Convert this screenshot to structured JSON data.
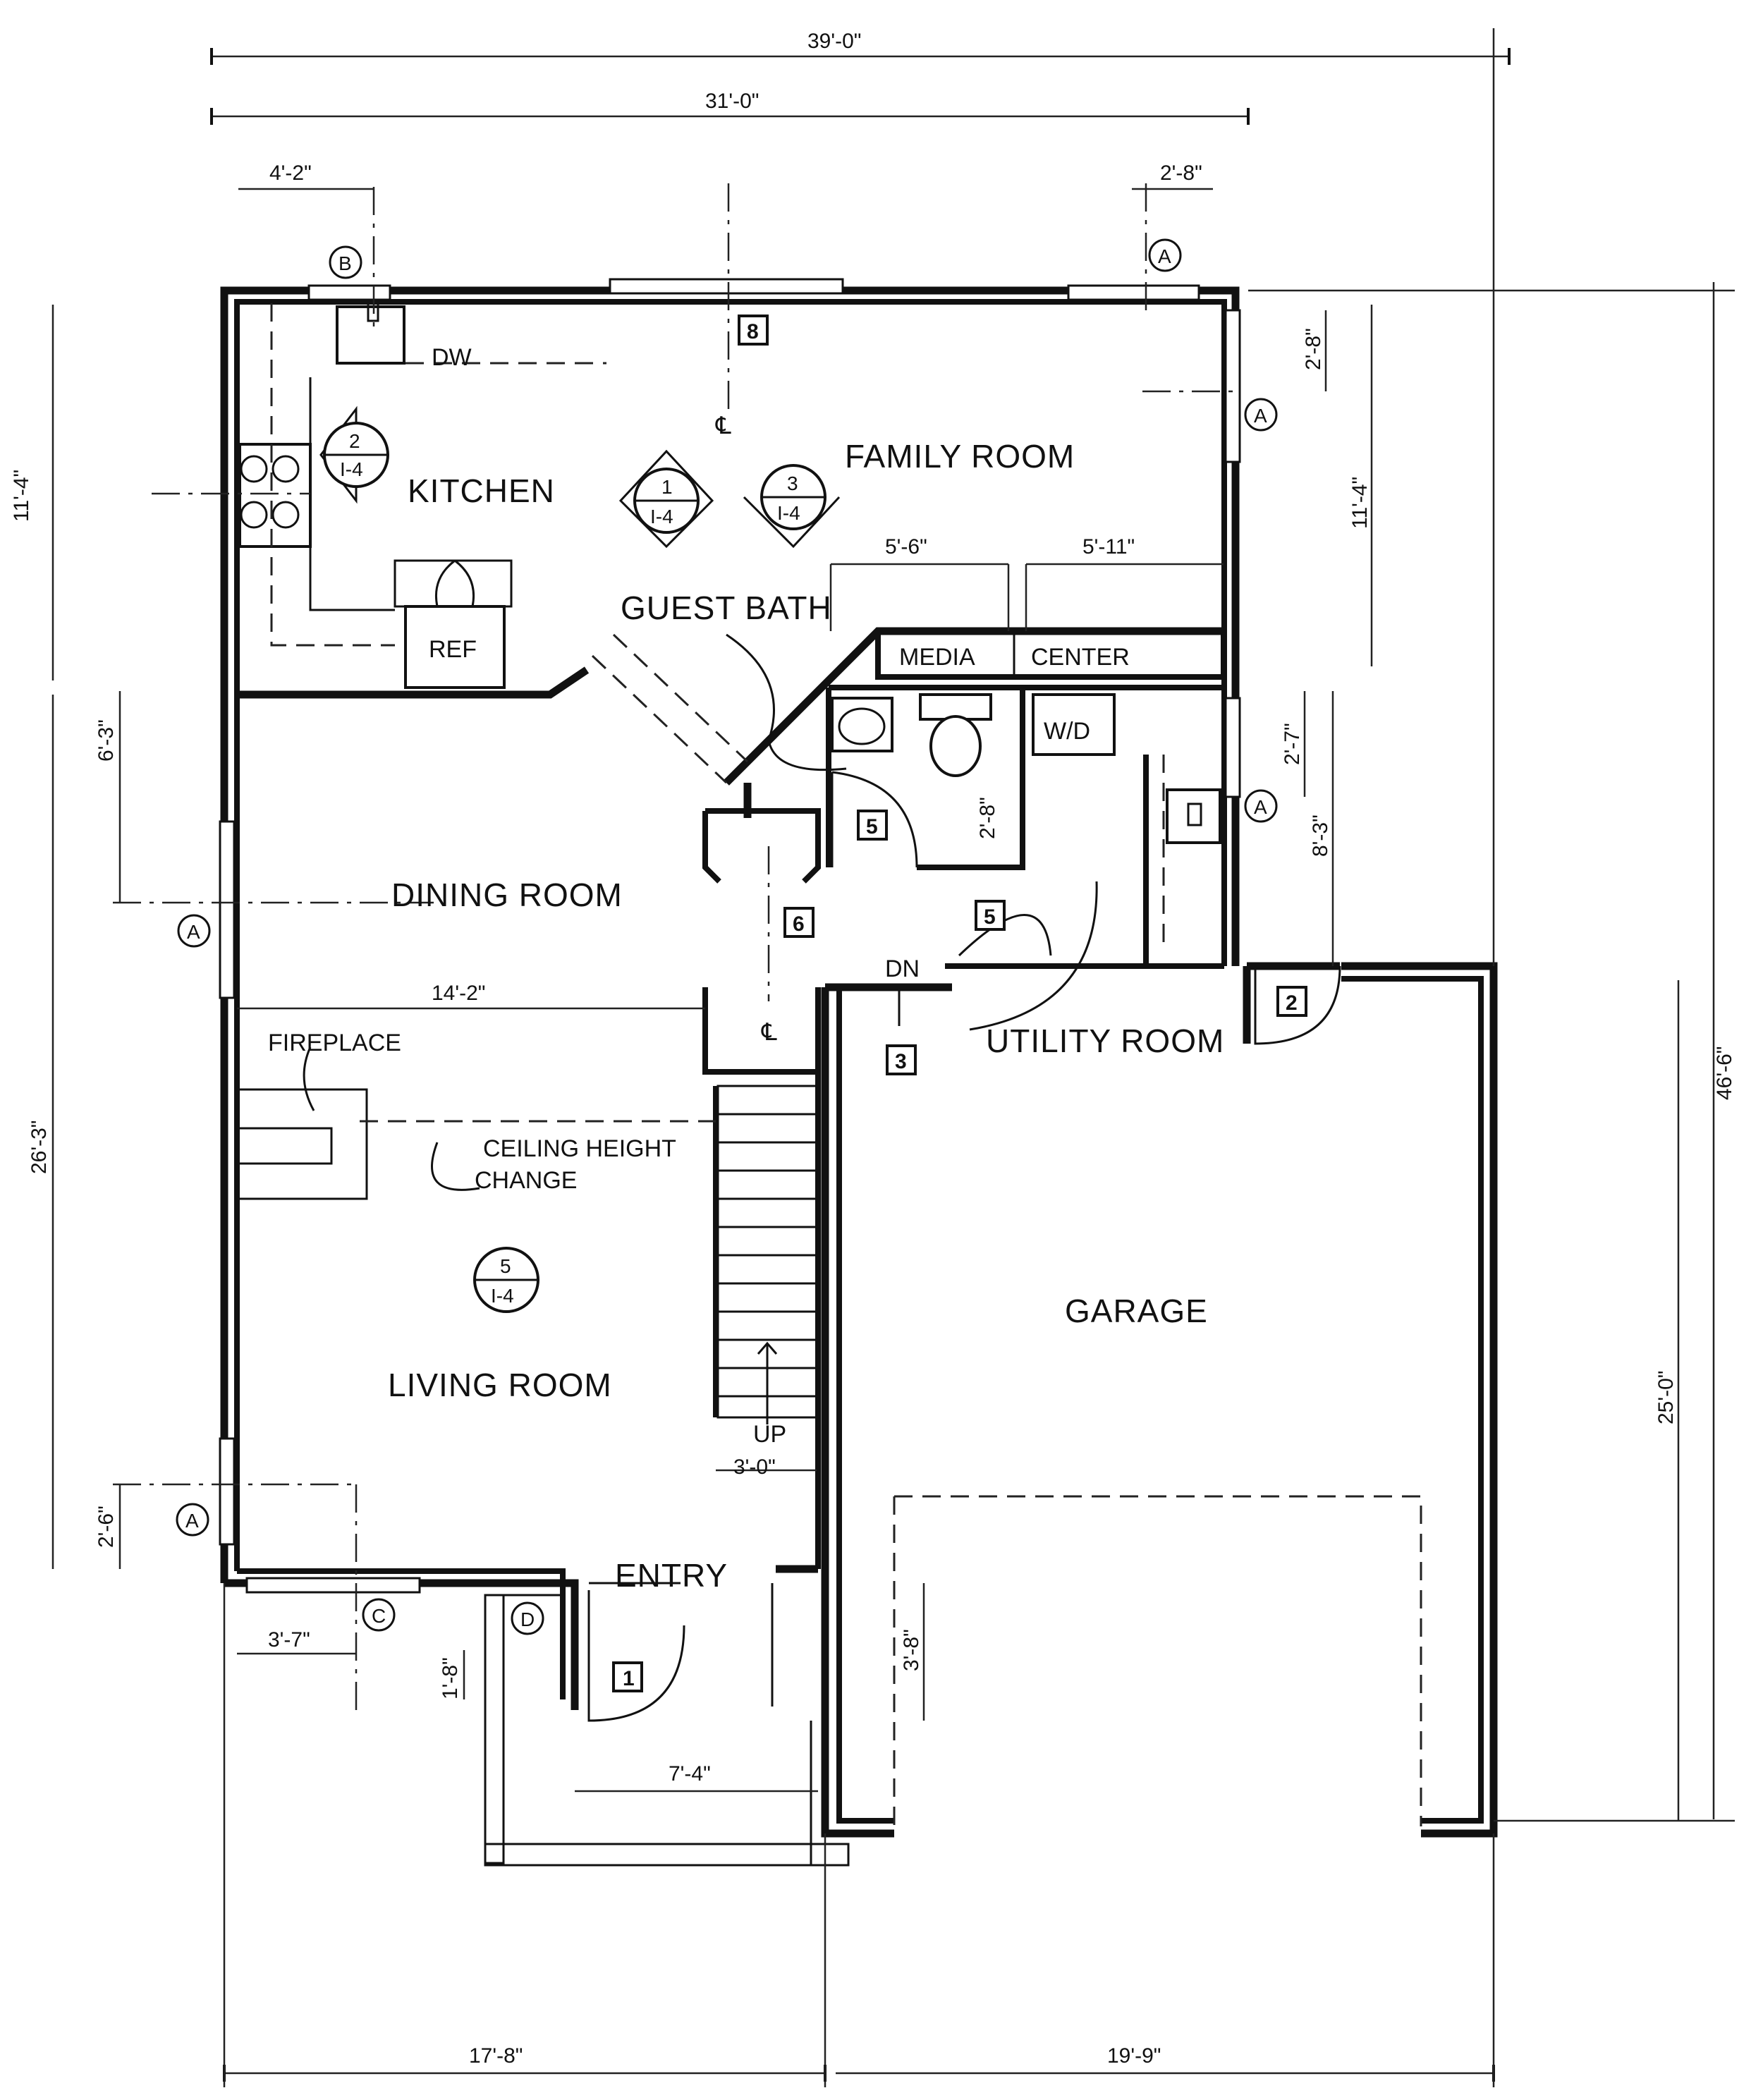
{
  "rooms": {
    "kitchen": "KITCHEN",
    "family_room": "FAMILY ROOM",
    "guest_bath": "GUEST BATH",
    "media_center_left": "MEDIA",
    "media_center_right": "CENTER",
    "dining_room": "DINING ROOM",
    "utility_room": "UTILITY ROOM",
    "living_room": "LIVING ROOM",
    "garage": "GARAGE",
    "entry": "ENTRY"
  },
  "labels": {
    "dw": "DW",
    "ref": "REF",
    "wd": "W/D",
    "fireplace": "FIREPLACE",
    "ceiling_1": "CEILING HEIGHT",
    "ceiling_2": "CHANGE",
    "dn": "DN",
    "up": "UP",
    "cl": "℄"
  },
  "dimensions": {
    "overall_width": "39'-0\"",
    "house_width": "31'-0\"",
    "kitchen_win": "4'-2\"",
    "family_win": "2'-8\"",
    "kitchen_depth": "11'-4\"",
    "family_depth": "11'-4\"",
    "side_win_top": "2'-8\"",
    "media_left": "5'-6\"",
    "media_right": "5'-11\"",
    "utility_win": "2'-7\"",
    "utility_depth": "8'-3\"",
    "overall_depth": "46'-6\"",
    "dining_win": "6'-3\"",
    "living_depth": "26'-3\"",
    "living_width": "14'-2\"",
    "stair_width": "3'-0\"",
    "living_win": "2'-6\"",
    "front_win": "3'-7\"",
    "entry_door_offset": "1'-8\"",
    "porch_width": "7'-4\"",
    "garage_door_offset": "3'-8\"",
    "garage_depth": "25'-0\"",
    "front_left": "17'-8\"",
    "front_right": "19'-9\""
  },
  "window_tags": {
    "b": "B",
    "a_family": "A",
    "a_side": "A",
    "a_utility": "A",
    "a_dining": "A",
    "a_living": "A",
    "c": "C",
    "d": "D"
  },
  "door_tags": {
    "d8": "8",
    "d5a": "5",
    "d5b": "5",
    "d6": "6",
    "d3": "3",
    "d2": "2",
    "d1": "1"
  },
  "section_marks": {
    "s2": {
      "number": "2",
      "sheet": "I-4"
    },
    "s1": {
      "number": "1",
      "sheet": "I-4"
    },
    "s3": {
      "number": "3",
      "sheet": "I-4"
    },
    "s5": {
      "number": "5",
      "sheet": "I-4"
    }
  }
}
